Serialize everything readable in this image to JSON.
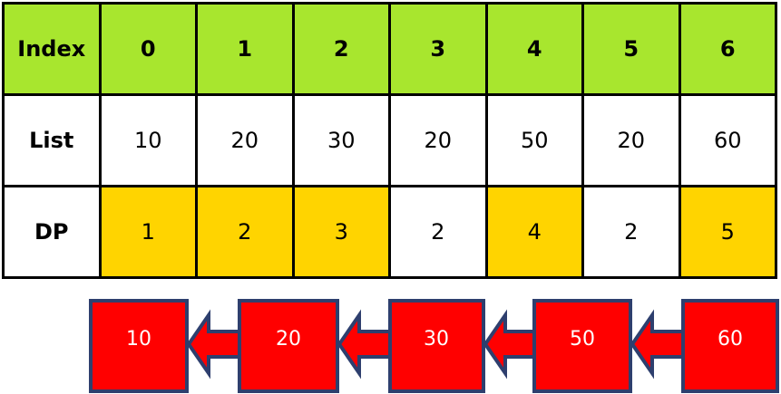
{
  "table": {
    "rows": [
      {
        "label": "Index",
        "values": [
          "0",
          "1",
          "2",
          "3",
          "4",
          "5",
          "6"
        ]
      },
      {
        "label": "List",
        "values": [
          "10",
          "20",
          "30",
          "20",
          "50",
          "20",
          "60"
        ]
      },
      {
        "label": "DP",
        "values": [
          "1",
          "2",
          "3",
          "2",
          "4",
          "2",
          "5"
        ]
      }
    ],
    "highlighted_dp_indices": [
      0,
      1,
      2,
      4,
      6
    ]
  },
  "chain": {
    "nodes": [
      "10",
      "20",
      "30",
      "50",
      "60"
    ],
    "arrow_direction": "right-to-left"
  },
  "colors": {
    "header_fill": "#a8e62e",
    "dp_highlight": "#ffd400",
    "node_fill": "#ff0000",
    "node_border": "#2e3f6e",
    "grid_line": "#000000"
  }
}
